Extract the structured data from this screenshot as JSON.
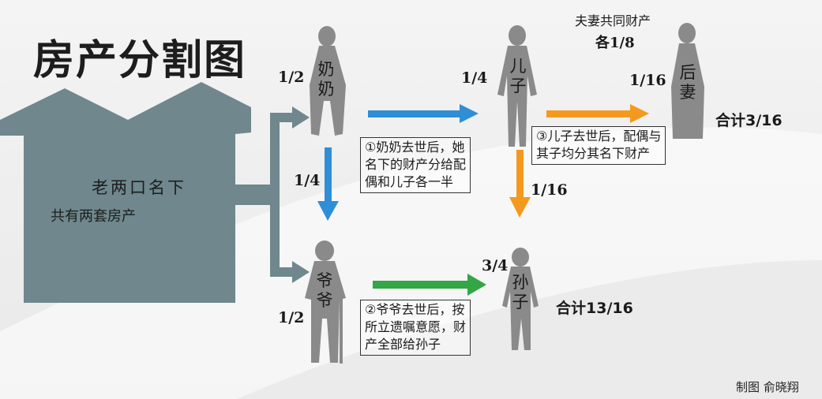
{
  "title": "房产分割图",
  "house": {
    "line1": "老两口名下",
    "line2": "共有两套房产"
  },
  "people": {
    "grandma": "奶奶",
    "grandpa": "爷爷",
    "son": "儿子",
    "second_wife": "后妻",
    "grandson": "孙子"
  },
  "fractions": {
    "grandma": "1/2",
    "grandpa": "1/2",
    "grandma_to_grandpa": "1/4",
    "son": "1/4",
    "second_wife": "1/16",
    "son_to_grandson": "1/16",
    "grandpa_to_grandson": "3/4"
  },
  "totals": {
    "second_wife": "合计3/16",
    "grandson": "合计13/16"
  },
  "couple_note": {
    "line1": "夫妻共同财产",
    "line2": "各1/8"
  },
  "steps": {
    "step1": [
      "①奶奶去世后，她",
      "名下的财产分给配",
      "偶和儿子各一半"
    ],
    "step2": [
      "②爷爷去世后，按",
      "所立遗嘱意愿，财",
      "产全部给孙子"
    ],
    "step3": [
      "③儿子去世后，配偶与",
      "其子均分其名下财产"
    ]
  },
  "colors": {
    "house": "#6f878d",
    "silhouette": "#8a8a8a",
    "blue_arrow": "#2f8ed6",
    "orange_arrow": "#f39a1e",
    "green_arrow": "#33a645",
    "title": "#1d1d1d"
  },
  "credit": "制图 俞晓翔"
}
